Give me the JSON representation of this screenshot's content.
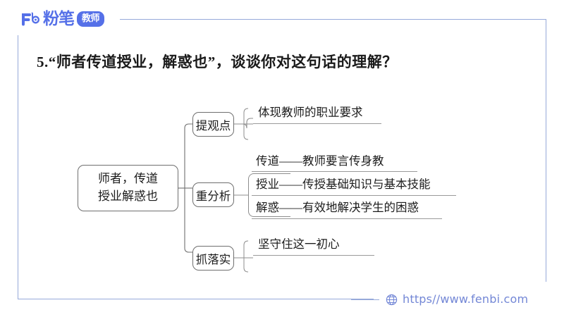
{
  "brand": {
    "mark_icon": "fenbi-fb-logo-icon",
    "word": "粉笔",
    "pill": "教师"
  },
  "title": "5.“师者传道授业，解惑也”，谈谈你对这句话的理解？",
  "mindmap": {
    "root": "师者，传道\n授业解惑也",
    "root_line1": "师者，传道",
    "root_line2": "授业解惑也",
    "branches": [
      {
        "label": "提观点",
        "leaves": [
          "体现教师的职业要求"
        ]
      },
      {
        "label": "重分析",
        "leaves": [
          "传道——教师要言传身教",
          "授业——传授基础知识与基本技能",
          "解惑——有效地解决学生的困惑"
        ]
      },
      {
        "label": "抓落实",
        "leaves": [
          "坚守住这一初心"
        ]
      }
    ]
  },
  "footer": {
    "globe_icon": "globe-icon",
    "url": "https//www.fenbi.com"
  },
  "colors": {
    "brand_blue": "#5570e8",
    "frame_blue": "#96a9da",
    "url_blue": "#7387d6",
    "node_stroke": "#6f6f6f",
    "text": "#1c1c1c"
  }
}
